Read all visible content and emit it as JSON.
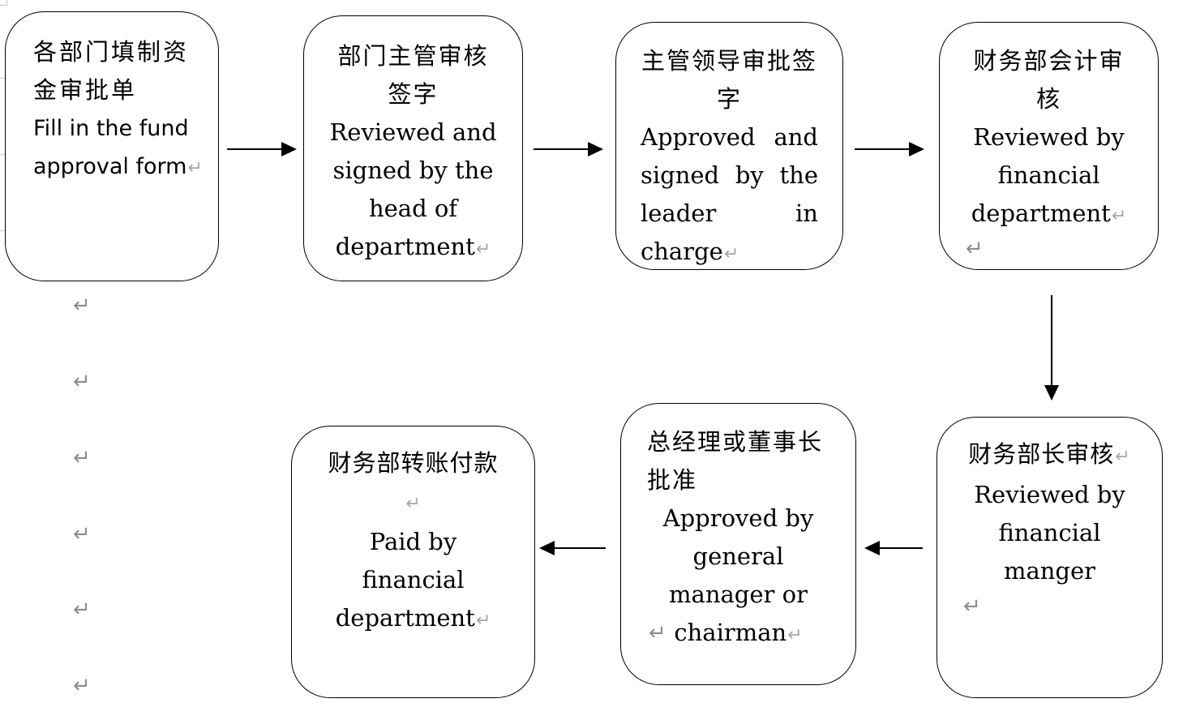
{
  "nodes": [
    {
      "id": "fill-form",
      "cn": "各部门填制资金审批单",
      "en": "Fill in the fund approval form"
    },
    {
      "id": "head-review",
      "cn": "部门主管审核签字",
      "en": "Reviewed and signed by the head of department"
    },
    {
      "id": "leader-approve",
      "cn": "主管领导审批签字",
      "en": "Approved and signed by the leader in charge"
    },
    {
      "id": "finance-accountant",
      "cn": "财务部会计审核",
      "en": "Reviewed by financial department"
    },
    {
      "id": "finance-manager",
      "cn": "财务部长审核",
      "en": "Reviewed by financial manger"
    },
    {
      "id": "gm-approve",
      "cn": "总经理或董事长批准",
      "en": "Approved by general manager or chairman"
    },
    {
      "id": "payment",
      "cn": "财务部转账付款",
      "en": "Paid by financial department"
    }
  ],
  "edges": [
    {
      "from": "fill-form",
      "to": "head-review"
    },
    {
      "from": "head-review",
      "to": "leader-approve"
    },
    {
      "from": "leader-approve",
      "to": "finance-accountant"
    },
    {
      "from": "finance-accountant",
      "to": "finance-manager"
    },
    {
      "from": "finance-manager",
      "to": "gm-approve"
    },
    {
      "from": "gm-approve",
      "to": "payment"
    }
  ],
  "paragraph_mark": "↵"
}
